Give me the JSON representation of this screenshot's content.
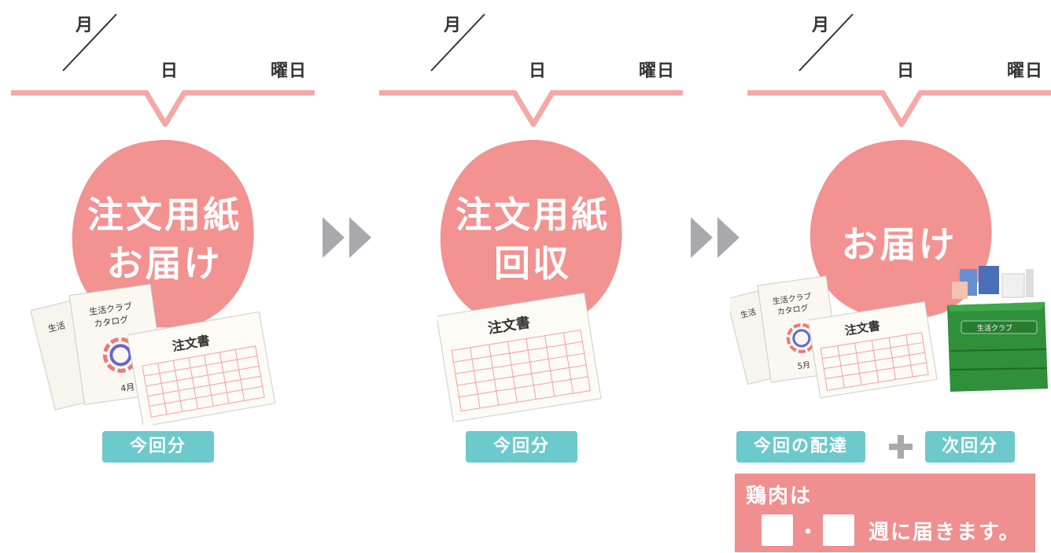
{
  "columns": [
    {
      "date": {
        "month": "月",
        "day": "日",
        "weekday": "曜日"
      },
      "circle_lines": [
        "注文用紙",
        "お届け"
      ],
      "badge": "今回分",
      "catalog": {
        "title_line1": "生活クラブ",
        "title_line2": "カタログ",
        "month": "4月"
      },
      "order_form": {
        "title": "注文書"
      }
    },
    {
      "date": {
        "month": "月",
        "day": "日",
        "weekday": "曜日"
      },
      "circle_lines": [
        "注文用紙",
        "回収"
      ],
      "badge": "今回分",
      "order_form": {
        "title": "注文書"
      }
    },
    {
      "date": {
        "month": "月",
        "day": "日",
        "weekday": "曜日"
      },
      "circle_lines": [
        "お届け"
      ],
      "catalog": {
        "title_line1": "生活クラブ",
        "title_line2": "カタログ",
        "month": "5月"
      },
      "order_form": {
        "title": "注文書"
      },
      "box_label": "生活クラブ",
      "badge_left": "今回の配達",
      "badge_right": "次回分",
      "notice": {
        "line1": "鶏肉は",
        "separator": "・",
        "line2": "週に届きます。"
      }
    }
  ],
  "colors": {
    "pink": "#f29291",
    "salmon_line": "#f4a8a8",
    "teal": "#6cc9cc",
    "gray_arrow": "#a9a9ad",
    "green_box": "#2f8f3a"
  },
  "icons": [
    "play-arrows-icon",
    "plus-icon",
    "catalog-icon",
    "order-form-icon",
    "delivery-box-icon"
  ]
}
